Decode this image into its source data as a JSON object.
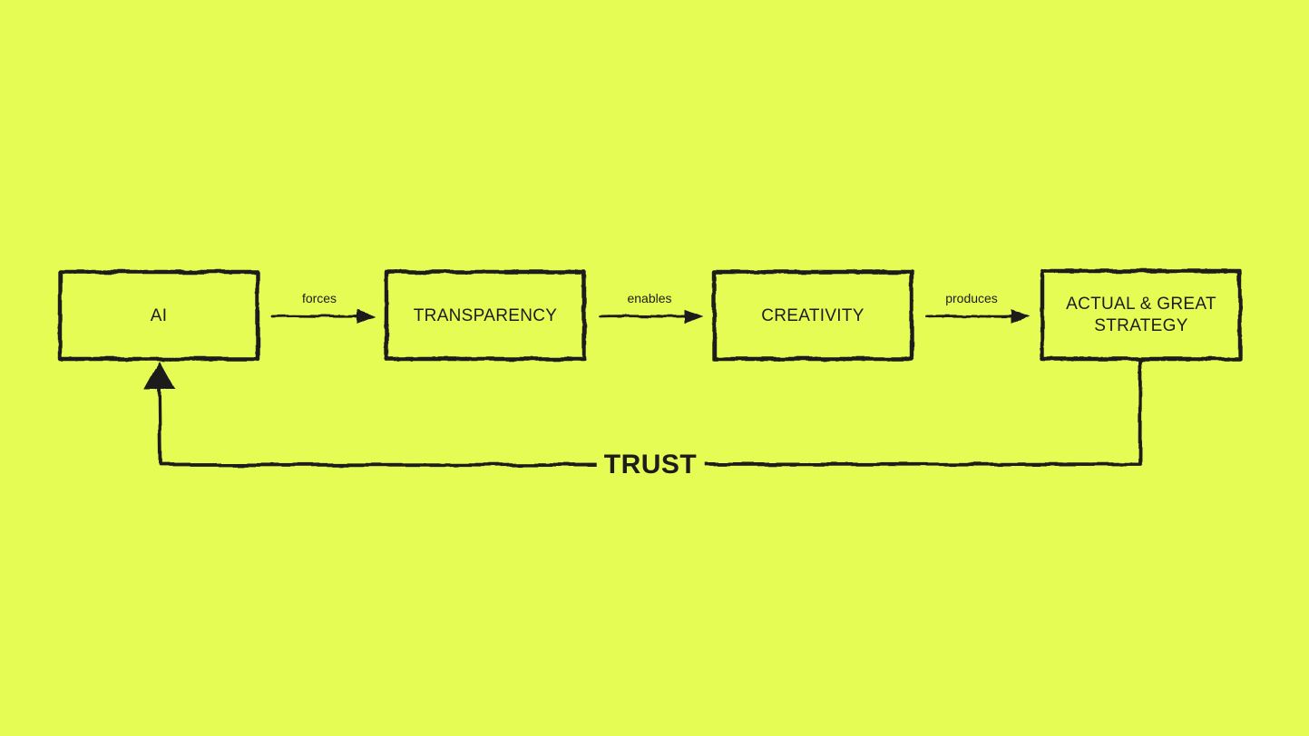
{
  "colors": {
    "background": "#e5fc55",
    "ink": "#1c1c1c"
  },
  "diagram": {
    "boxes": [
      {
        "label": "AI"
      },
      {
        "label": "TRANSPARENCY"
      },
      {
        "label": "CREATIVITY"
      },
      {
        "label": "ACTUAL & GREAT STRATEGY"
      }
    ],
    "connectors": [
      {
        "label": "forces"
      },
      {
        "label": "enables"
      },
      {
        "label": "produces"
      }
    ],
    "feedback": {
      "label": "TRUST"
    }
  }
}
